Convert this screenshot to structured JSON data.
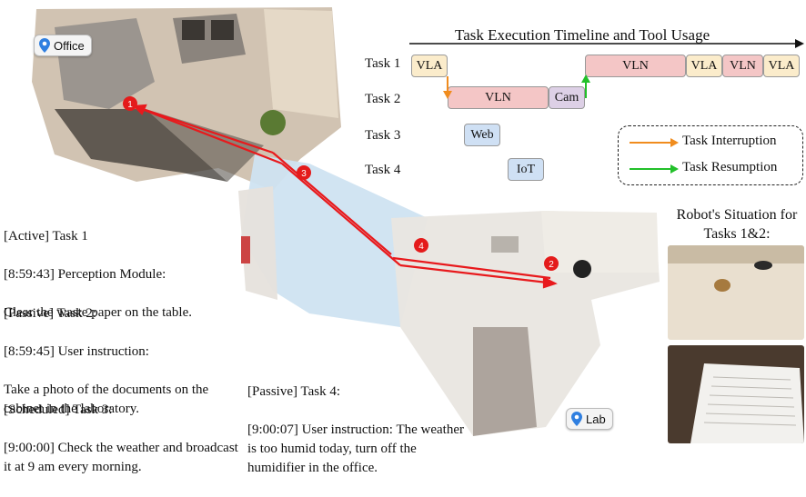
{
  "timeline": {
    "title": "Task Execution Timeline and Tool Usage",
    "rows": [
      {
        "label": "Task 1"
      },
      {
        "label": "Task 2"
      },
      {
        "label": "Task 3"
      },
      {
        "label": "Task 4"
      }
    ],
    "segments": {
      "t1_vla_a": "VLA",
      "t2_vln": "VLN",
      "t2_cam": "Cam",
      "t3_web": "Web",
      "t4_iot": "IoT",
      "t1_vln_b": "VLN",
      "t1_vla_c": "VLA",
      "t1_vln_d": "VLN",
      "t1_vla_e": "VLA"
    }
  },
  "legend": {
    "interruption": "Task Interruption",
    "resumption": "Task Resumption",
    "interruption_color": "#f08c1e",
    "resumption_color": "#22c02a"
  },
  "map": {
    "office_label": "Office",
    "lab_label": "Lab",
    "markers": [
      "1",
      "2",
      "3",
      "4"
    ],
    "path_color": "#e8191c"
  },
  "tasks": {
    "task1": {
      "status": "[Active] Task 1",
      "time_source": "[8:59:43] Perception Module:",
      "text": "Clear the waste paper on the table."
    },
    "task2": {
      "status": "[Passive] Task 2:",
      "time_source": "[8:59:45] User instruction:",
      "text": "Take a photo of the documents on the cabinet in the laboratory."
    },
    "task3": {
      "status": "[Scheduled] Task 3:",
      "time_source": "",
      "text": "[9:00:00] Check the weather and broadcast it at 9 am every morning."
    },
    "task4": {
      "status": "[Passive] Task 4:",
      "time_source": "",
      "text": "[9:00:07] User instruction: The weather is too humid today, turn off the humidifier in the office."
    }
  },
  "situation": {
    "title": "Robot's Situation for Tasks 1&2:"
  }
}
